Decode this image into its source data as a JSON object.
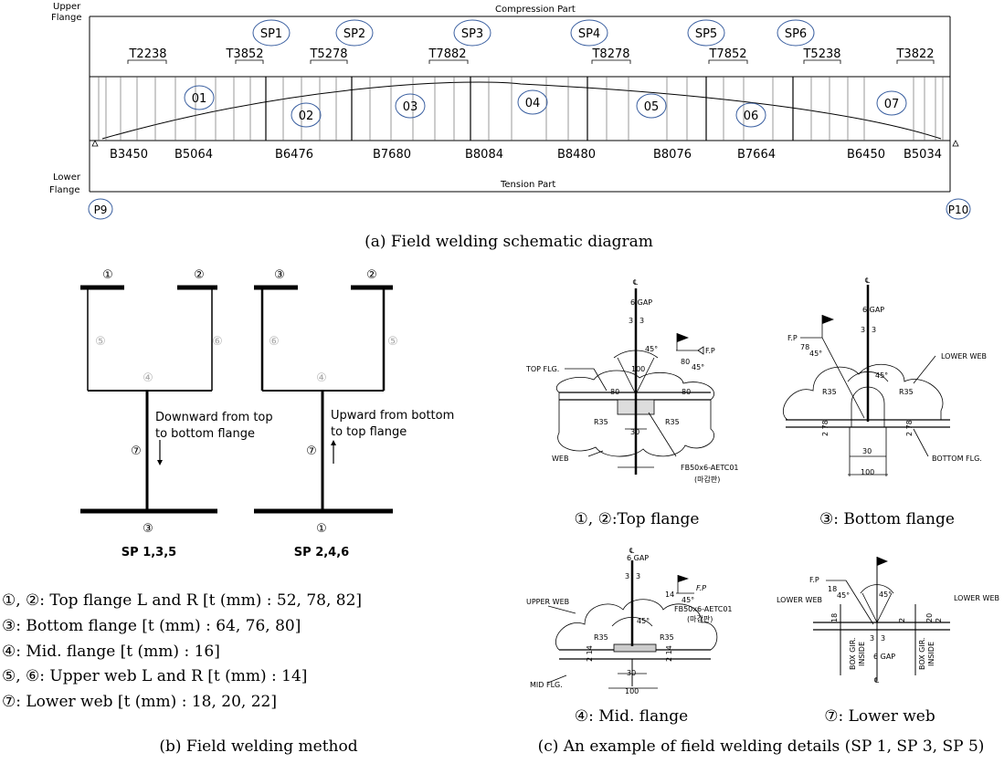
{
  "top": {
    "upper_flange": [
      "Upper",
      "Flange"
    ],
    "lower_flange": [
      "Lower",
      "Flange"
    ],
    "compression": "Compression Part",
    "tension": "Tension Part",
    "splices": [
      "SP1",
      "SP2",
      "SP3",
      "SP4",
      "SP5",
      "SP6"
    ],
    "top_thick": [
      "T2238",
      "T3852",
      "T5278",
      "T7882",
      "T8278",
      "T7852",
      "T5238",
      "T3822"
    ],
    "bottom_thick": [
      "B3450",
      "B5064",
      "B6476",
      "B7680",
      "B8084",
      "B8480",
      "B8076",
      "B7664",
      "B6450",
      "B5034"
    ],
    "segments": [
      "01",
      "02",
      "03",
      "04",
      "05",
      "06",
      "07"
    ],
    "piers": [
      "P9",
      "P10"
    ],
    "caption": "(a) Field welding schematic diagram"
  },
  "method": {
    "left": {
      "tl": "①",
      "tr": "②",
      "w1": "⑤",
      "w2": "⑥",
      "mid": "④",
      "low": "⑦",
      "bot": "③",
      "label": "SP 1,3,5",
      "desc": [
        "Downward from top",
        "to bottom flange"
      ]
    },
    "right": {
      "tl": "③",
      "tr": "②",
      "w1": "⑥",
      "w2": "⑤",
      "mid": "④",
      "low": "⑦",
      "bot": "①",
      "label": "SP 2,4,6",
      "desc": [
        "Upward from bottom",
        "to top flange"
      ]
    },
    "legend": [
      "①, ②: Top flange L and R [t (mm) : 52, 78, 82]",
      "③: Bottom flange [t (mm) : 64, 76, 80]",
      "④: Mid. flange [t (mm) : 16]",
      "⑤, ⑥: Upper web L and R [t (mm) : 14]",
      "⑦: Lower web [t (mm) : 18, 20, 22]"
    ],
    "caption": "(b) Field welding method"
  },
  "details": {
    "d1": {
      "caption": "①, ②:Top flange",
      "gap": "6 GAP",
      "thk": [
        "3",
        "3"
      ],
      "fp": "F.P",
      "fp_size": "80",
      "angle": "45°",
      "dim100": "100",
      "dim30": "30",
      "r1": "R35",
      "r2": "R35",
      "v80a": "80",
      "v80b": "80",
      "top": "TOP FLG.",
      "web": "WEB",
      "fb": "FB50x6-AETC01",
      "fb2": "(마감판)"
    },
    "d2": {
      "caption": "③: Bottom flange",
      "gap": "6 GAP",
      "thk": [
        "3",
        "3"
      ],
      "fp": "F.P",
      "fp_size": "78",
      "angle": "45°",
      "dim100": "100",
      "dim30": "30",
      "r1": "R35",
      "r2": "R35",
      "v1": "2 78",
      "v2": "2 78",
      "lower": "LOWER WEB",
      "bottom": "BOTTOM FLG."
    },
    "d3": {
      "caption": "④: Mid. flange",
      "gap": "6 GAP",
      "thk": [
        "3",
        "3"
      ],
      "fp": "F.P",
      "fp_size": "14",
      "angle": "45°",
      "dim100": "100",
      "dim30": "30",
      "r1": "R35",
      "r2": "R35",
      "v1": "2 14",
      "v2": "2 14",
      "upper": "UPPER WEB",
      "mid": "MID FLG.",
      "fb": "FB50x6-AETC01",
      "fb2": "(마감판)"
    },
    "d4": {
      "caption": "⑦: Lower web",
      "gap": "6 GAP",
      "thk": [
        "3",
        "3"
      ],
      "fp": "F.P",
      "fp_size": "18",
      "angle": "45°",
      "lw1": "LOWER WEB",
      "lw2": "LOWER WEB",
      "v18": "18",
      "v20": "20",
      "v2a": "2",
      "v2b": "2",
      "box1": "BOX GIR.",
      "inside1": "INSIDE",
      "box2": "BOX GIR.",
      "inside2": "INSIDE"
    },
    "caption": "(c) An example of field welding details (SP 1, SP 3, SP 5)",
    "cl": "℄"
  }
}
